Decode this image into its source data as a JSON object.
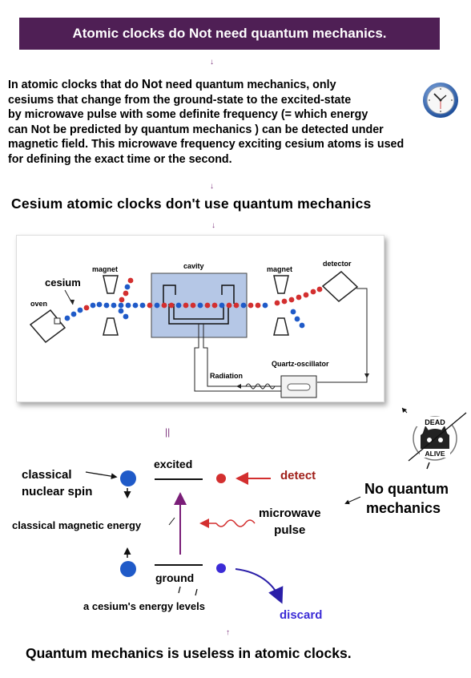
{
  "title": "Atomic clocks do Not need quantum mechanics.",
  "intro": {
    "line1_pre": "In atomic clocks that do ",
    "line1_bold": "Not",
    "line1_post": " need quantum mechanics,  only",
    "line2": "cesiums that change from the ground-state to  the excited-state",
    "line3": "by microwave pulse with some definite frequency (= which energy",
    "line4": "can Not be predicted by quantum mechanics ) can be detected under",
    "line5": "magnetic field.   This microwave frequency exciting cesium atoms is used",
    "line6": "for defining the exact time or the second."
  },
  "cesium_heading": "Cesium atomic clocks don't use quantum mechanics",
  "apparatus": {
    "cesium": "cesium",
    "oven": "oven",
    "magnet_left": "magnet",
    "cavity": "cavity",
    "magnet_right": "magnet",
    "detector": "detector",
    "quartz": "Quartz-oscillator",
    "radiation": "Radiation"
  },
  "equals_sign": "||",
  "energy": {
    "classical_line1": "classical",
    "classical_line2": "nuclear spin",
    "excited": "excited",
    "ground": "ground",
    "detect": "detect",
    "microwave_line1": "microwave",
    "microwave_line2": "pulse",
    "magnetic_energy": "classical magnetic energy",
    "levels": "a cesium's energy levels",
    "discard": "discard"
  },
  "no_qm_line1": "No quantum",
  "no_qm_line2": "mechanics",
  "cat_dead": "DEAD",
  "cat_alive": "ALIVE",
  "bottom_heading": "Quantum mechanics is useless in atomic clocks.",
  "colors": {
    "banner": "#4f1f55",
    "red_atom": "#d32f2f",
    "blue_atom": "#1f5ac8",
    "cavity_fill": "#b5c7e6",
    "detect_text": "#a0201a",
    "discard_text": "#3b2bd6",
    "violet_arrow": "#7a1e78"
  }
}
